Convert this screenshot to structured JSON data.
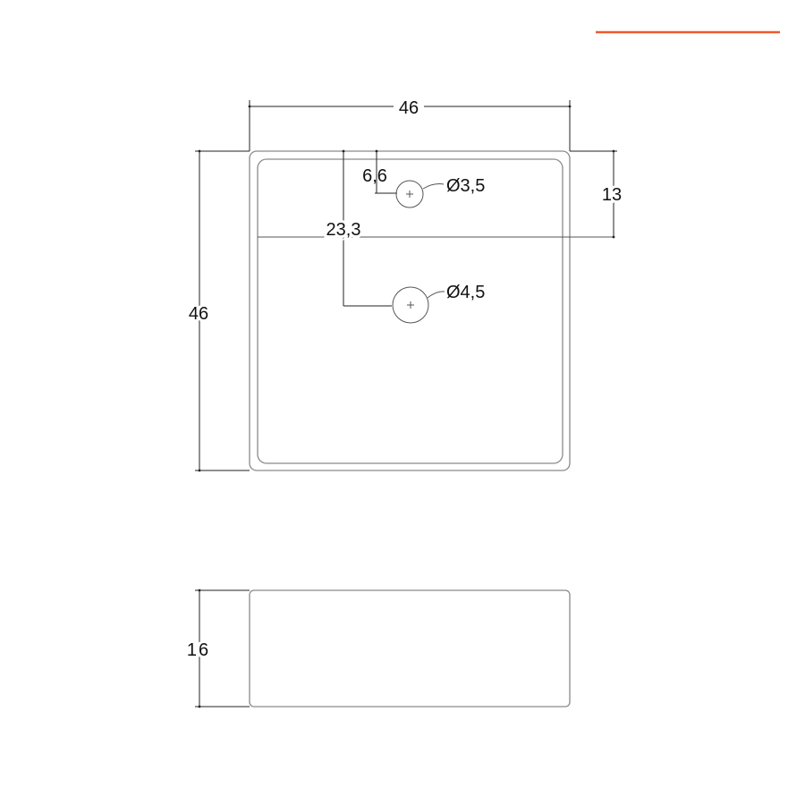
{
  "accent_bar": {
    "color": "#ee5a2e"
  },
  "top_view": {
    "width_label": "46",
    "depth_label": "46",
    "ledge_label": "13",
    "tap_hole_offset_label": "6,6",
    "drain_offset_label": "23,3",
    "tap_hole_diameter_label": "Ø3,5",
    "drain_diameter_label": "Ø4,5"
  },
  "side_view": {
    "height_label": "16"
  }
}
